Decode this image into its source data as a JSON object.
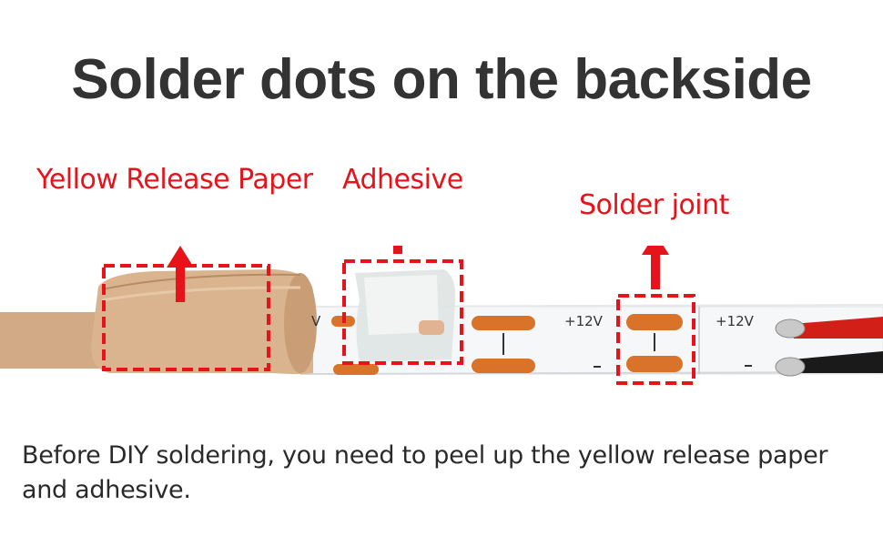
{
  "title": "Solder dots on the backside",
  "labels": {
    "release_paper": "Yellow Release Paper",
    "adhesive": "Adhesive",
    "solder_joint": "Solder joint"
  },
  "pcb_marks": {
    "plus_1": "+12V",
    "plus_2": "+12V",
    "plus_0": "V"
  },
  "caption": "Before DIY soldering, you need to peel up the yellow release paper and adhesive.",
  "colors": {
    "title": "#333333",
    "annotation": "#e6141a",
    "release_paper": "#d2ab86",
    "strip": "#f6f7f8",
    "pad": "#d9732a"
  }
}
